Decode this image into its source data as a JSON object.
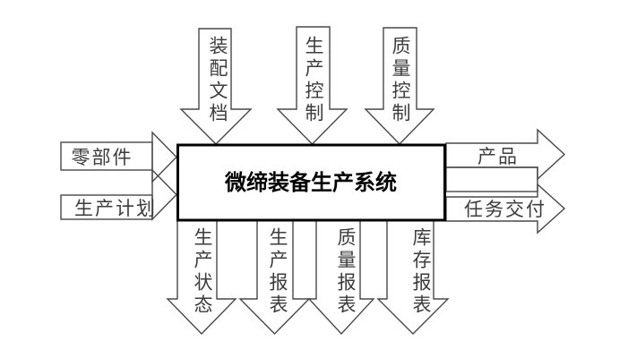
{
  "diagram": {
    "title": "微缔装备生产系统",
    "inputs_top": [
      {
        "label": "装配文档"
      },
      {
        "label": "生产控制"
      },
      {
        "label": "质量控制"
      }
    ],
    "inputs_left": [
      {
        "label": "零部件"
      },
      {
        "label": "生产计划"
      }
    ],
    "outputs_right": [
      {
        "label": "产品"
      },
      {
        "label": "任务交付"
      }
    ],
    "outputs_bottom": [
      {
        "label": "生产状态"
      },
      {
        "label": "生产报表"
      },
      {
        "label": "质量报表"
      },
      {
        "label": "库存报表"
      }
    ],
    "colors": {
      "background": "#ffffff",
      "arrow_outline": "#484848",
      "box_border": "#000000",
      "label_text": "#3c3c3c",
      "title_text": "#000000"
    }
  }
}
